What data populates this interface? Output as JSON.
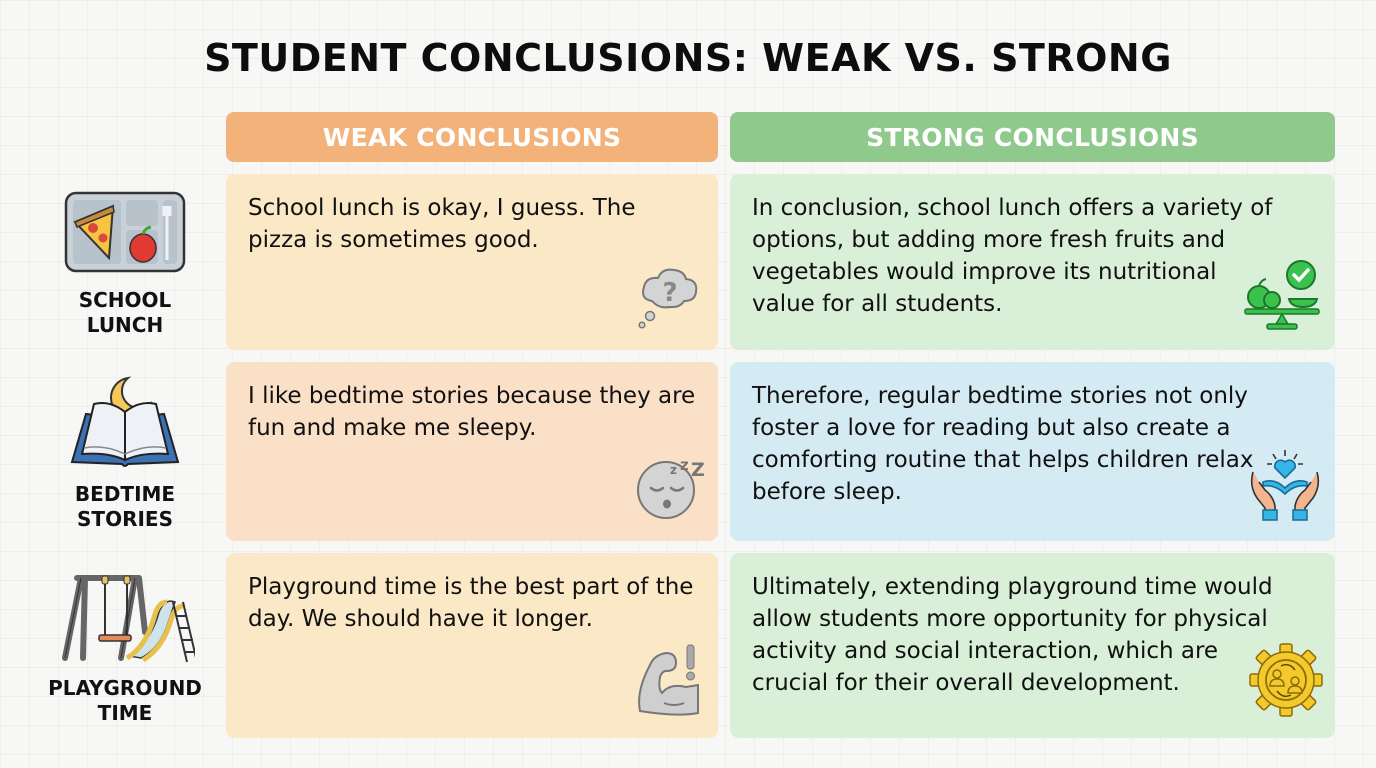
{
  "title": "STUDENT CONCLUSIONS: WEAK VS. STRONG",
  "columns": {
    "weak": {
      "label": "WEAK CONCLUSIONS",
      "color": "#f3b27a"
    },
    "strong": {
      "label": "STRONG CONCLUSIONS",
      "color": "#8fc98b"
    }
  },
  "rows": [
    {
      "topic": "SCHOOL\nLUNCH",
      "topic_icon": "lunch-tray-icon",
      "weak": {
        "text": "School lunch is okay, I guess. The pizza is sometimes good.",
        "icon": "thought-bubble-question-icon"
      },
      "strong": {
        "text": "In conclusion, school lunch offers a variety of options, but adding more fresh fruits and vegetables would improve its nutritional value for all students.",
        "icon": "balance-scale-check-icon"
      }
    },
    {
      "topic": "BEDTIME\nSTORIES",
      "topic_icon": "open-book-moon-icon",
      "weak": {
        "text": "I like bedtime stories because they are fun and make me sleepy.",
        "icon": "sleeping-face-icon"
      },
      "strong": {
        "text": "Therefore, regular bedtime stories not only foster a love for reading but also create a comforting routine that helps children relax before sleep.",
        "icon": "hands-book-heart-icon"
      }
    },
    {
      "topic": "PLAYGROUND\nTIME",
      "topic_icon": "swing-slide-icon",
      "weak": {
        "text": "Playground time is the best part of the day. We should have it longer.",
        "icon": "flexed-bicep-exclamation-icon"
      },
      "strong": {
        "text": "Ultimately, extending playground time would allow students more opportunity for physical activity and social interaction, which are crucial for their overall development.",
        "icon": "gear-people-icon"
      }
    }
  ]
}
